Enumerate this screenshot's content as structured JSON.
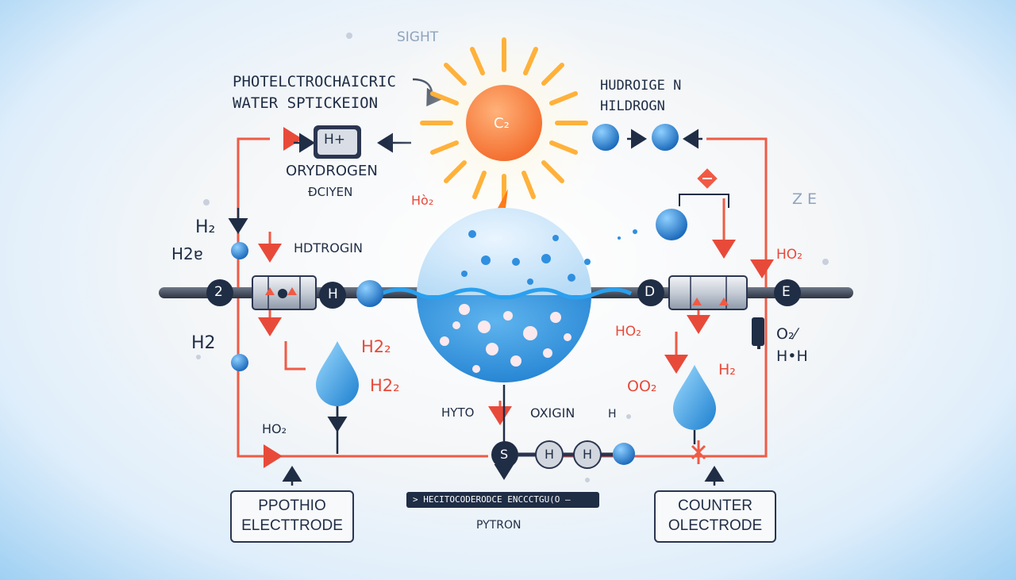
{
  "labels": {
    "sight": "SIGHT",
    "title_line1": "PHOTELCTROCHAICRIC",
    "title_line2": "WATER SPTICKEION",
    "sun_label": "C₂",
    "hplus": "H+",
    "orydrogen": "ORYDROGEN",
    "dciyen": "ÐCIYEN",
    "ho_small": "Hò₂",
    "hudroige_n": "HUDROIGE  N",
    "hildrogn": "HILDROGN",
    "ze": "Z E",
    "h2_left_top": "H₂",
    "h2_left_mid": "H2ɐ",
    "h2_left_low": "H2",
    "hdtrogin": "HDTROGIN",
    "bead_2": "2",
    "bead_h_left": "H",
    "bead_d": "D",
    "bead_e": "E",
    "h2z": "H2₂",
    "h2b": "H2₂",
    "ho2_right_top": "HO₂",
    "ho2_right_mid": "HO₂",
    "o2_right": "O₂⁄",
    "hh_right": "H•H",
    "oo2": "OO₂",
    "h2_right": "H₂",
    "ho2_left_low": "HO₂",
    "hyto": "HYTO",
    "oxigin": "OXIGIN",
    "h_small": "H",
    "bead_s": "S",
    "bead_h1": "H",
    "bead_h2": "H",
    "code_line": "> HECITOCODERODCE ENCCCTGU(O –",
    "pytron": "PYTRON"
  },
  "boxes": {
    "left_line1": "PPOTHIO",
    "left_line2": "ELECTTRODE",
    "right_line1": "COUNTER",
    "right_line2": "OLECTRODE"
  },
  "colors": {
    "red": "#e84a3a",
    "dark": "#1f2d45",
    "blue": "#2a86d6",
    "sun": "#f7843a",
    "lightning": "#ff7b1a"
  },
  "icons": {
    "sun": "sun-icon",
    "lightning": "lightning-bolt-icon",
    "water_drop": "water-drop-icon",
    "sphere": "water-sphere-icon"
  }
}
